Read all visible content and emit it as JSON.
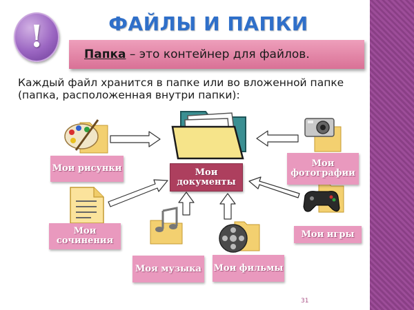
{
  "slide": {
    "title": "ФАЙЛЫ И ПАПКИ",
    "badge": "!",
    "definition_term": "Папка",
    "definition_rest": " – это контейнер для файлов.",
    "body": "Каждый файл хранится в папке или во вложенной папке (папка, расположенная внутри папки):",
    "page_number": "31"
  },
  "diagram": {
    "center": "Мои документы",
    "nodes": {
      "pictures": "Мои рисунки",
      "photos": "Мои фотографии",
      "essays": "Мои сочинения",
      "music": "Моя музыка",
      "movies": "Мои фильмы",
      "games": "Мои игры"
    }
  },
  "colors": {
    "title": "#2f6fc9",
    "definition_box": "#e07fa2",
    "label": "#e999be",
    "center_label": "#ad3f5e",
    "side_strip": "#8a3f86"
  },
  "icons": {
    "badge": "exclamation-icon",
    "center": "folder-icon",
    "pictures": "palette-folder-icon",
    "photos": "camera-folder-icon",
    "essays": "document-icon",
    "music": "music-folder-icon",
    "movies": "film-folder-icon",
    "games": "gamepad-folder-icon"
  }
}
